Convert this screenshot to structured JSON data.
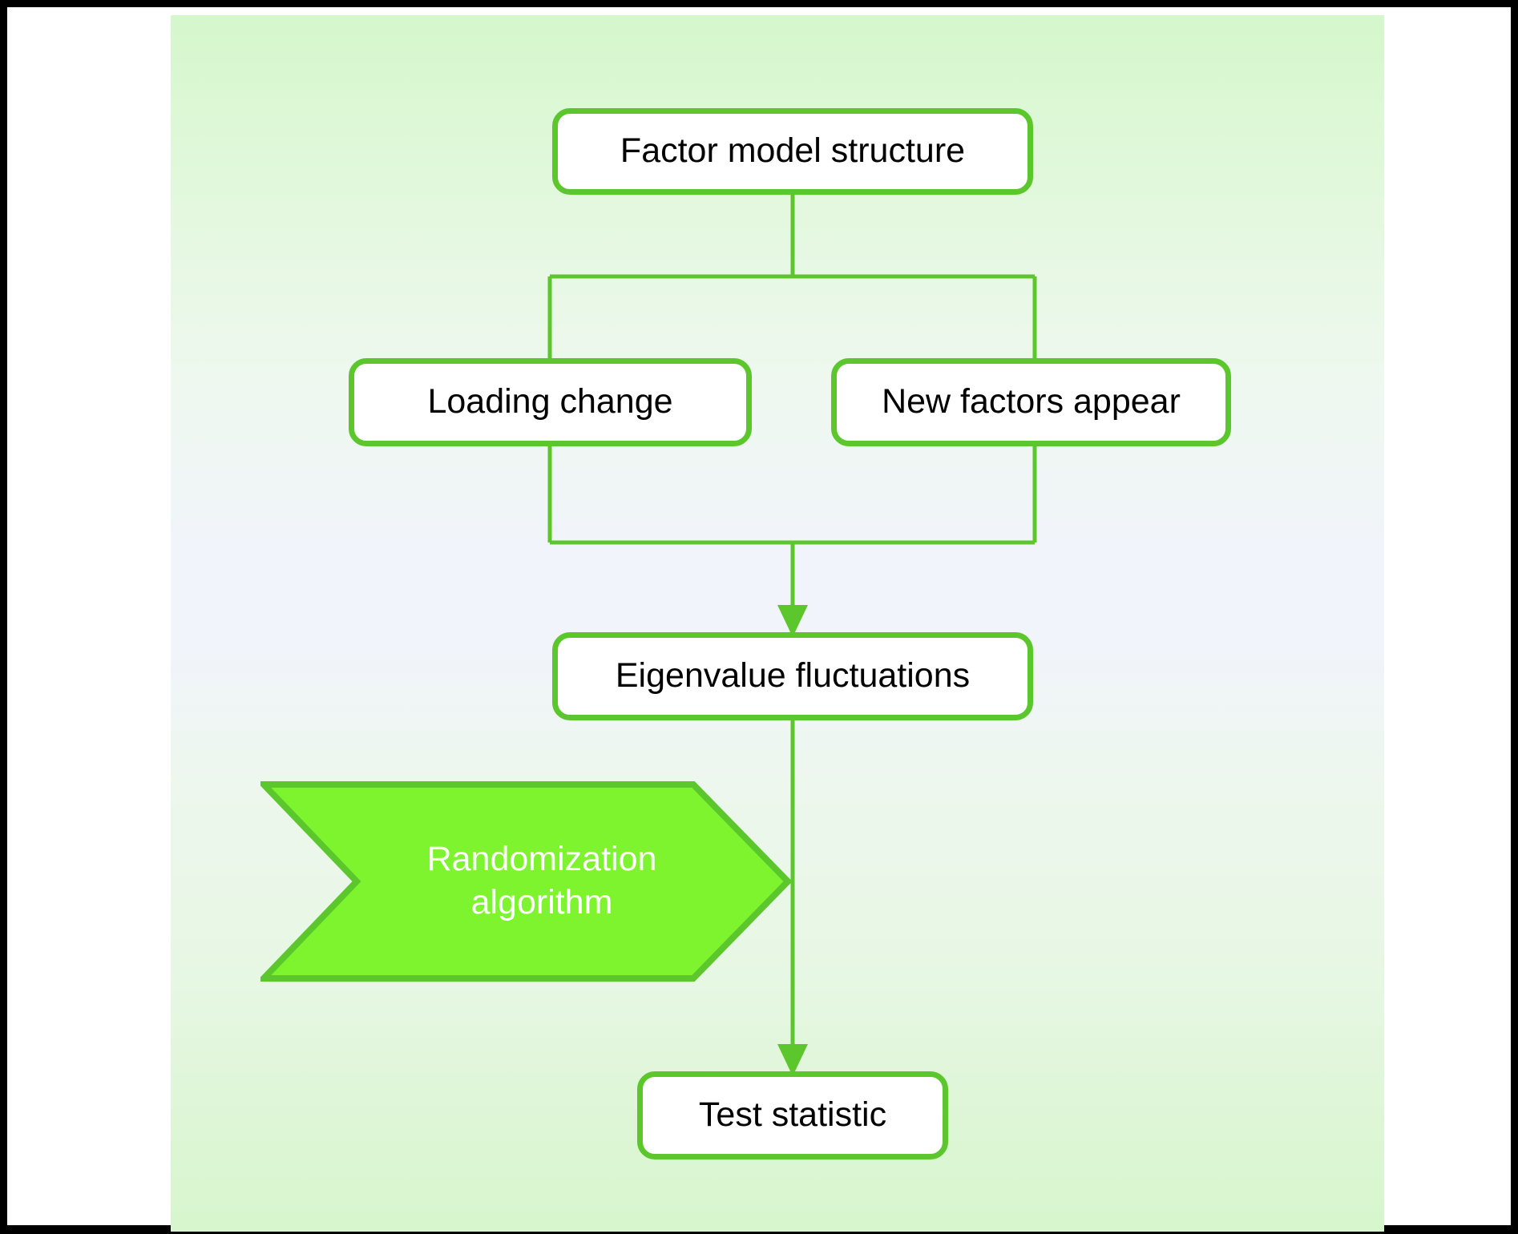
{
  "figure": {
    "type": "flowchart",
    "orientation": "top-to-bottom",
    "background_start_color": "#d5f7cc",
    "background_mid_color": "#f1f4fa",
    "background_end_color": "#d7f6cd",
    "frame_color": "#000000"
  },
  "style": {
    "node_border_color": "#5cc72c",
    "node_fill_color": "#ffffff",
    "node_text_color": "#000000",
    "connector_color": "#5cc72c",
    "highlight_fill_color": "#7df42e",
    "highlight_border_color": "#5cc72c",
    "highlight_text_color": "#ffffff"
  },
  "nodes": {
    "factor_model": {
      "label": "Factor model structure",
      "shape": "rounded-rectangle"
    },
    "loading_change": {
      "label": "Loading change",
      "shape": "rounded-rectangle"
    },
    "new_factors": {
      "label": "New factors appear",
      "shape": "rounded-rectangle"
    },
    "eigenvalue": {
      "label": "Eigenvalue fluctuations",
      "shape": "rounded-rectangle"
    },
    "randomization": {
      "label_line1": "Randomization",
      "label_line2": "algorithm",
      "shape": "chevron-arrow"
    },
    "test_statistic": {
      "label": "Test statistic",
      "shape": "rounded-rectangle"
    }
  },
  "edges": [
    {
      "from": "factor_model",
      "to": "loading_change",
      "arrowhead": false
    },
    {
      "from": "factor_model",
      "to": "new_factors",
      "arrowhead": false
    },
    {
      "from": "loading_change",
      "to": "eigenvalue",
      "arrowhead": true
    },
    {
      "from": "new_factors",
      "to": "eigenvalue",
      "arrowhead": true
    },
    {
      "from": "eigenvalue",
      "to": "test_statistic",
      "arrowhead": true
    },
    {
      "from": "randomization",
      "to": "eigenvalue_to_test_edge",
      "arrowhead": false
    }
  ]
}
